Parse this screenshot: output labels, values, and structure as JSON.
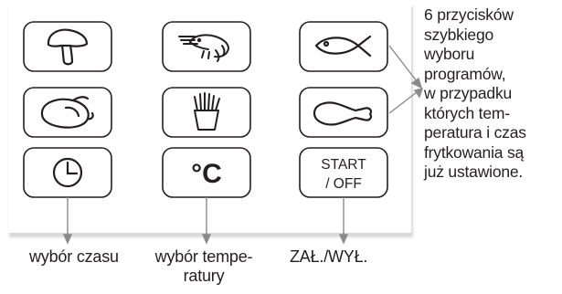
{
  "panel": {
    "buttons": [
      {
        "id": "mushroom",
        "icon": "mushroom-icon"
      },
      {
        "id": "shrimp",
        "icon": "shrimp-icon"
      },
      {
        "id": "fish",
        "icon": "fish-icon"
      },
      {
        "id": "chicken",
        "icon": "chicken-icon"
      },
      {
        "id": "fries",
        "icon": "fries-icon"
      },
      {
        "id": "drumstick",
        "icon": "drumstick-icon"
      },
      {
        "id": "timer",
        "icon": "clock-icon"
      },
      {
        "id": "temperature",
        "text": "°C"
      },
      {
        "id": "start-off",
        "text_line1": "START",
        "text_line2": "/ OFF"
      }
    ]
  },
  "labels": {
    "time": "wybór czasu",
    "temp_line1": "wybór tempe-",
    "temp_line2": "ratury",
    "onoff": "ZAŁ./WYŁ."
  },
  "side_note": {
    "lines": [
      "6 przycisków",
      "szybkiego",
      "wyboru",
      "programów,",
      "w przypadku",
      "których tem-",
      "peratura i czas",
      "frytkowania są",
      "już ustawione."
    ]
  }
}
